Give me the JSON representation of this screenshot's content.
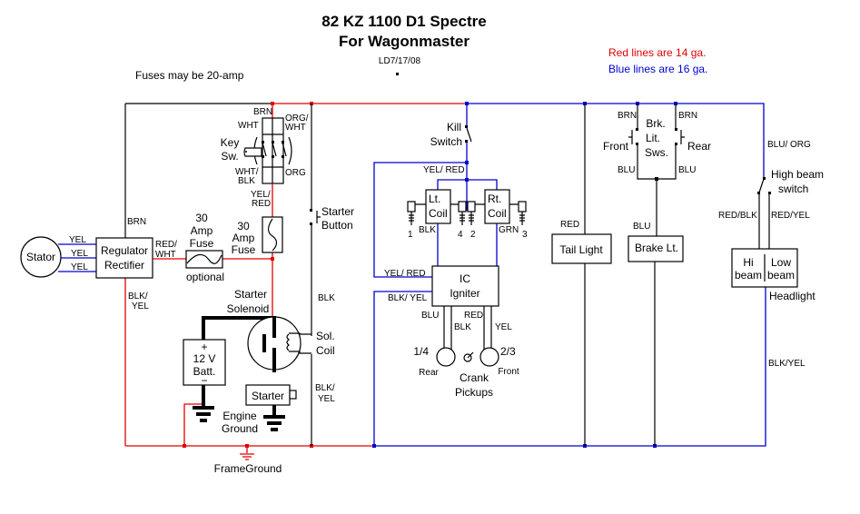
{
  "title": {
    "line1": "82 KZ 1100 D1 Spectre",
    "line2": "For Wagonmaster",
    "author_date": "LD7/17/08"
  },
  "notes": {
    "fuses": "Fuses may be 20-amp",
    "legend": [
      {
        "text": "Red lines are 14 ga.",
        "color": "#e00000"
      },
      {
        "text": "Blue lines are 16 ga.",
        "color": "#0000d0"
      }
    ]
  },
  "wire_colors": {
    "red_gauge": "#e00000",
    "blue_gauge": "#0000d0",
    "black": "#000000"
  },
  "components": {
    "stator": {
      "label": "Stator",
      "wires": [
        "YEL",
        "YEL",
        "YEL"
      ]
    },
    "regulator": {
      "line1": "Regulator",
      "line2": "Rectifier",
      "top_wire": "BRN",
      "out_wire_1": "RED/",
      "out_wire_2": "WHT",
      "bottom_wire_1": "BLK/",
      "bottom_wire_2": "YEL"
    },
    "fuse_main": {
      "line1": "30",
      "line2": "Amp",
      "line3": "Fuse",
      "note": "optional"
    },
    "fuse_key": {
      "line1": "30",
      "line2": "Amp",
      "line3": "Fuse"
    },
    "key_switch": {
      "line1": "Key",
      "line2": "Sw.",
      "wire_top": "BRN",
      "wire_wht": "WHT",
      "wire_orgwht_1": "ORG/",
      "wire_orgwht_2": "WHT",
      "wire_whtblk_1": "WHT/",
      "wire_whtblk_2": "BLK",
      "wire_org": "ORG",
      "wire_out_1": "YEL/",
      "wire_out_2": "RED"
    },
    "starter_button": {
      "line1": "Starter",
      "line2": "Button",
      "wire": "BLK"
    },
    "starter_solenoid": {
      "line1": "Starter",
      "line2": "Solenoid",
      "coil_1": "Sol.",
      "coil_2": "Coil",
      "coil_wire_1": "BLK/",
      "coil_wire_2": "YEL"
    },
    "battery": {
      "plus": "+",
      "line1": "12 V",
      "line2": "Batt.",
      "minus": "−"
    },
    "starter": {
      "label": "Starter"
    },
    "engine_ground": {
      "line1": "Engine",
      "line2": "Ground"
    },
    "frame_ground": {
      "label": "FrameGround"
    },
    "kill_switch": {
      "line1": "Kill",
      "line2": "Switch",
      "wire": "YEL/ RED"
    },
    "left_coil": {
      "line1": "Lt.",
      "line2": "Coil",
      "wire": "BLK",
      "plugs": [
        "1",
        "4"
      ]
    },
    "right_coil": {
      "line1": "Rt.",
      "line2": "Coil",
      "wire": "GRN",
      "plugs": [
        "2",
        "3"
      ]
    },
    "igniter": {
      "line1": "IC",
      "line2": "Igniter",
      "wire_in": "YEL/ RED",
      "wire_gnd": "BLK/ YEL",
      "wire_blu": "BLU",
      "wire_blk": "BLK",
      "wire_red": "RED",
      "wire_yel": "YEL"
    },
    "pickups": {
      "line1": "Crank",
      "line2": "Pickups",
      "rear_num": "1/4",
      "rear": "Rear",
      "front_num": "2/3",
      "front": "Front"
    },
    "tail_light": {
      "label": "Tail Light",
      "wire": "RED"
    },
    "brake_switches": {
      "line1": "Brk.",
      "line2": "Lit.",
      "line3": "Sws.",
      "front": "Front",
      "rear": "Rear",
      "wire_in": "BRN",
      "wire_out": "BLU"
    },
    "brake_light": {
      "label": "Brake Lt.",
      "wire": "BLU"
    },
    "headlight": {
      "label": "Headlight",
      "hi_1": "Hi",
      "hi_2": "beam",
      "low_1": "Low",
      "low_2": "beam",
      "wire_in": "BLU/ ORG",
      "wire_hi": "RED/BLK",
      "wire_low": "RED/YEL",
      "wire_gnd": "BLK/YEL"
    },
    "high_beam_switch": {
      "line1": "High beam",
      "line2": "switch"
    }
  }
}
